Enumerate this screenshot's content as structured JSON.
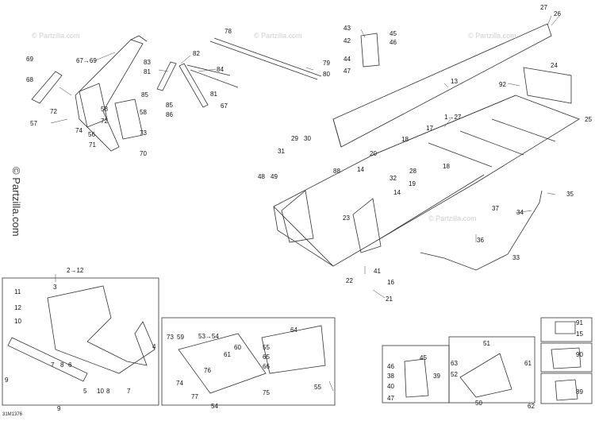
{
  "watermark": {
    "vertical": "© Partzilla.com",
    "faint": "© Partzilla.com"
  },
  "diagram_code": "31M1376",
  "callouts": {
    "c69": "69",
    "c68": "68",
    "c67_69": "67→69",
    "c72a": "72",
    "c57": "57",
    "c58a": "58",
    "c74": "74",
    "c72b": "72",
    "c56": "56",
    "c58b": "58",
    "c73": "73",
    "c71": "71",
    "c70": "70",
    "c78": "78",
    "c83": "83",
    "c82": "82",
    "c81a": "81",
    "c85a": "85",
    "c84": "84",
    "c81b": "81",
    "c85b": "85",
    "c67": "67",
    "c86": "86",
    "c79": "79",
    "c80": "80",
    "c43": "43",
    "c45": "45",
    "c42": "42",
    "c46": "46",
    "c44": "44",
    "c47": "47",
    "c27": "27",
    "c26": "26",
    "c13": "13",
    "c24": "24",
    "c92": "92",
    "c25": "25",
    "c1_27": "1→27",
    "c17": "17",
    "c18a": "18",
    "c20": "20",
    "c14a": "14",
    "c32": "32",
    "c28": "28",
    "c18b": "18",
    "c19": "19",
    "c14b": "14",
    "c29": "29",
    "c30": "30",
    "c31": "31",
    "c88": "88",
    "c48": "48",
    "c49": "49",
    "c23": "23",
    "c37": "37",
    "c34": "34",
    "c35": "35",
    "c36": "36",
    "c33": "33",
    "c22": "22",
    "c41": "41",
    "c16": "16",
    "c21": "21",
    "c2_12": "2→12",
    "c11": "11",
    "c3": "3",
    "c12": "12",
    "c10a": "10",
    "c4": "4",
    "c7a": "7",
    "c8a": "8",
    "c6": "6",
    "c9a": "9",
    "c5": "5",
    "c10b": "10",
    "c8b": "8",
    "c7b": "7",
    "c9b": "9",
    "c73b": "73",
    "c59": "59",
    "c53_54": "53→54",
    "c61": "61",
    "c60": "60",
    "c76": "76",
    "c74b": "74",
    "c77": "77",
    "c54": "54",
    "c75": "75",
    "c64": "64",
    "c55a": "55",
    "c65": "65",
    "c66": "66",
    "c55b": "55",
    "c45b": "45",
    "c46b": "46",
    "c38": "38",
    "c39": "39",
    "c40": "40",
    "c47b": "47",
    "c51": "51",
    "c63": "63",
    "c52a": "52",
    "c61b": "61",
    "c50": "50",
    "c62": "62",
    "c91": "91",
    "c15": "15",
    "c90": "90",
    "c89": "89"
  }
}
